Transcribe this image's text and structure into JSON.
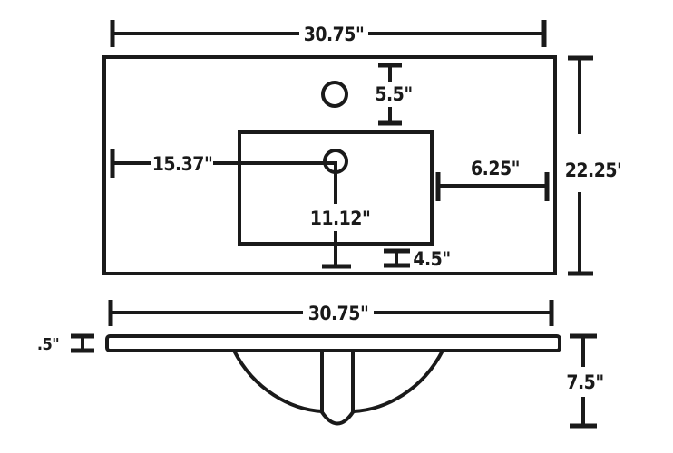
{
  "diagram": {
    "type": "technical-dimension-drawing",
    "subject": "vanity sink top",
    "line_color": "#1a1a1a",
    "background": "#ffffff",
    "plan_view": {
      "overall_width_label": "30.75\"",
      "overall_depth_label": "22.25'",
      "faucet_hole_offset_label": "5.5\"",
      "drain_from_left_label": "15.37\"",
      "drain_from_front_label": "11.12\"",
      "bowl_to_right_edge_label": "6.25\"",
      "bowl_to_front_edge_label": "4.5\""
    },
    "side_view": {
      "overall_width_label": "30.75\"",
      "top_thickness_label": ".5\"",
      "overall_height_label": "7.5\""
    }
  }
}
